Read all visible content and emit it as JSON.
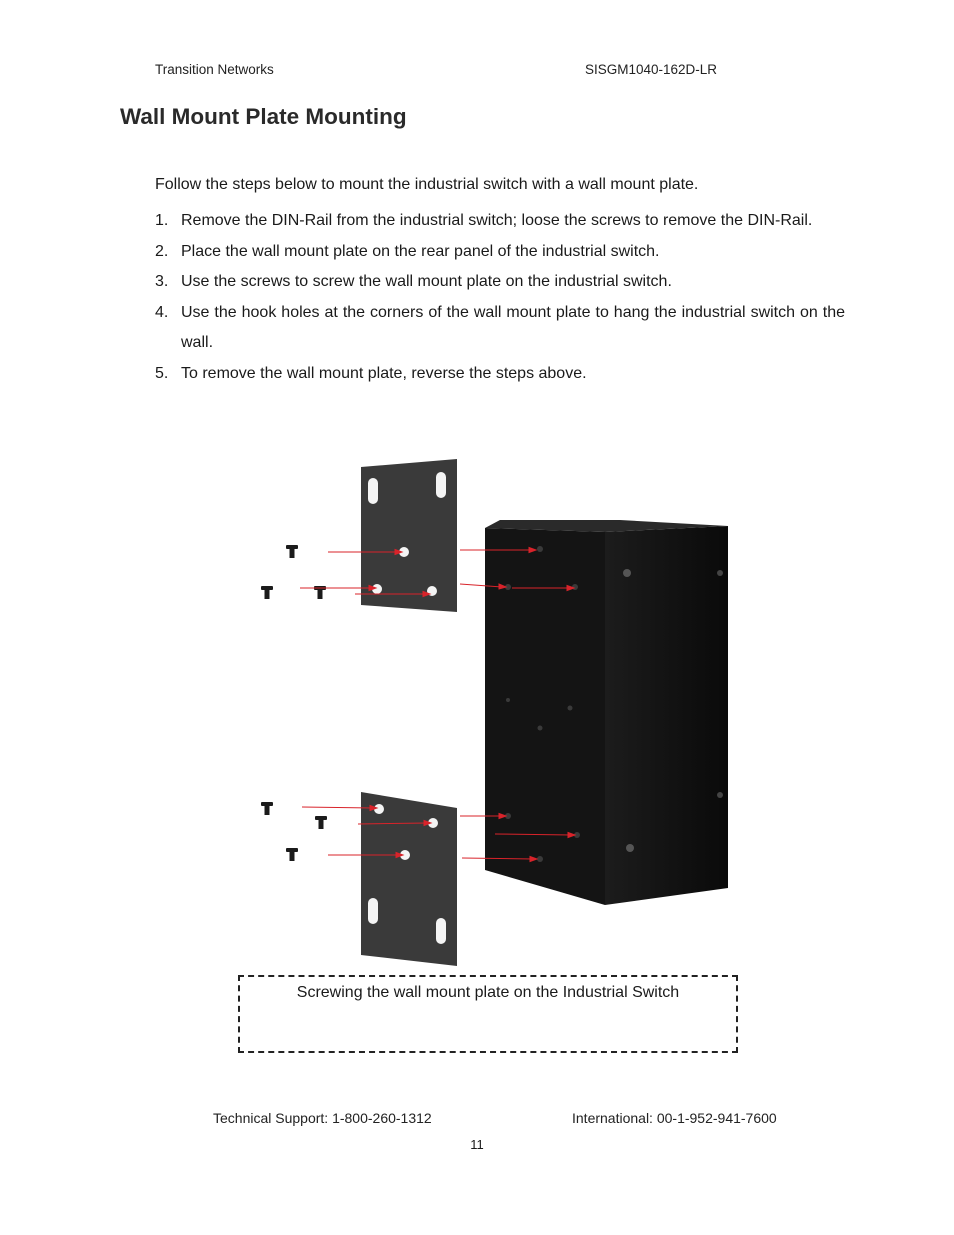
{
  "header": {
    "left": "Transition Networks",
    "right": "SISGM1040-162D-LR"
  },
  "title": "Wall Mount Plate Mounting",
  "intro": "Follow the steps below to mount the industrial switch with a wall mount plate.",
  "steps": [
    {
      "num": "1.",
      "text": "Remove the DIN-Rail from the industrial switch; loose the screws to remove the DIN-Rail."
    },
    {
      "num": "2.",
      "text": "Place the wall mount plate on the rear panel of the industrial switch."
    },
    {
      "num": "3.",
      "text": "Use the screws to screw the wall mount plate on the industrial switch."
    },
    {
      "num": "4.",
      "text": "Use the hook holes at the corners of the wall mount plate to hang the industrial switch on the wall."
    },
    {
      "num": "5.",
      "text": "To remove the wall mount plate, reverse the steps above."
    }
  ],
  "figure": {
    "caption": "Screwing the wall mount plate on the Industrial Switch",
    "arrow_color": "#d8232a",
    "device_color": "#111111",
    "plate_color": "#3b3b3b"
  },
  "footer": {
    "support": "Technical Support: 1-800-260-1312",
    "international": "International: 00-1-952-941-7600",
    "page": "11"
  }
}
